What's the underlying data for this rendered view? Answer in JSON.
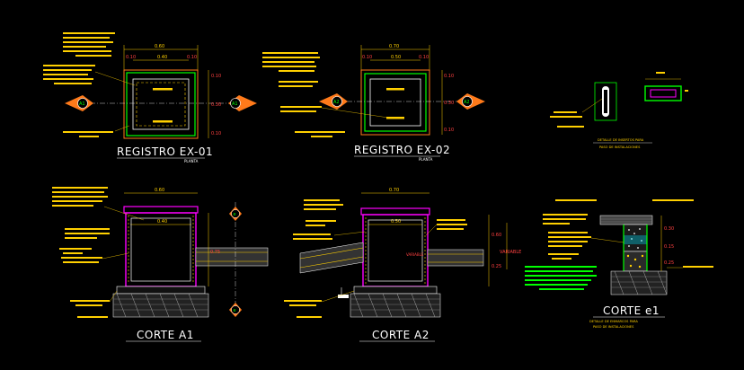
{
  "titles": {
    "registro1": "REGISTRO  EX-01",
    "registro2": "REGISTRO  EX-02",
    "corte_a1": "CORTE  A1",
    "corte_a2": "CORTE  A2",
    "corte_e1": "CORTE  e1",
    "planta1": "PLANTA",
    "planta2": "PLANTA"
  },
  "detail_notes": {
    "detalle_insertos_l1": "DETALLE DE INSERTOS PARA",
    "detalle_insertos_l2": "PASO DE INSTALACIONES",
    "detalle_enmarcos_l1": "DETALLE DE ENMARCOS PARA",
    "detalle_enmarcos_l2": "PASO DE INSTALACIONES"
  },
  "markers": {
    "a1_left": "A1",
    "a1_right": "A1",
    "a2_left": "A2",
    "a2_right": "A2",
    "e_top": "e",
    "e_bottom": "e"
  },
  "dimensions": {
    "r1_top": "0.60",
    "r1_inner": "0.40",
    "r1_side_a": "0.10",
    "r1_side_b": "0.10",
    "r1_right1": "0.10",
    "r1_right2": "0.30",
    "r1_right3": "0.10",
    "r2_top": "0.70",
    "r2_inner": "0.50",
    "r2_side_a": "0.10",
    "r2_side_b": "0.10",
    "r2_right1": "0.10",
    "r2_right2": "0.30",
    "r2_right3": "0.10",
    "c1_top": "0.60",
    "c1_inner": "0.40",
    "c1_h": "0.75",
    "c2_top": "0.70",
    "c2_inner": "0.50",
    "c2_h1": "0.60",
    "c2_h2": "0.25",
    "e1_h1": "0.30",
    "e1_h2": "0.15",
    "e1_h3": "0.25",
    "variable": "VARIABLE",
    "ver_label": "VARIABLE"
  },
  "colors": {
    "yellow": "#ffd000",
    "green": "#00ff00",
    "magenta": "#ff00ff",
    "red": "#ff3030",
    "white": "#ffffff",
    "orange": "#ff7a1a",
    "cyan": "#00e5ff"
  }
}
